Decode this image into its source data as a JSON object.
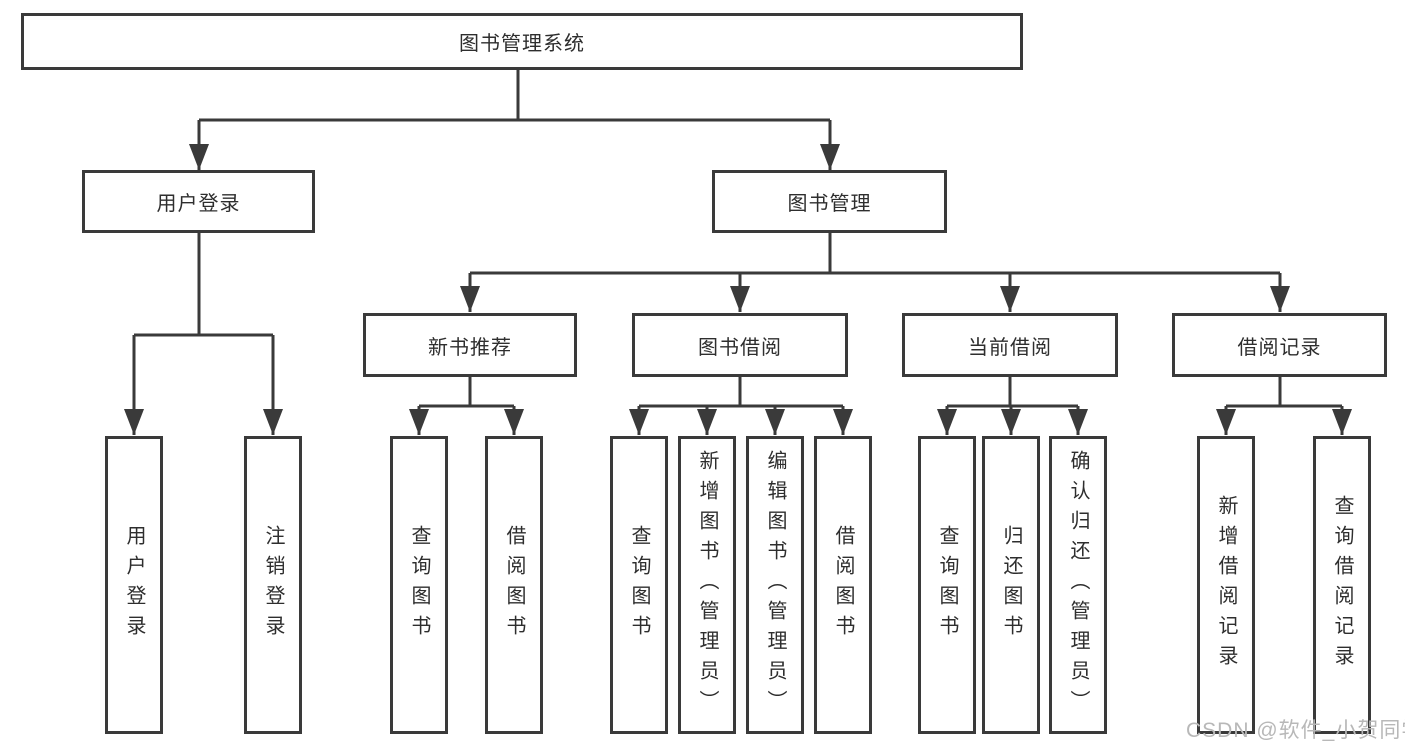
{
  "diagram": {
    "type": "hierarchy-tree",
    "colors": {
      "line": "#3a3a3a",
      "box_border": "#3a3a3a",
      "box_fill": "#ffffff",
      "text": "#2e2e2e",
      "watermark": "#b8b8b8",
      "background": "#ffffff"
    },
    "tree": {
      "root": {
        "label": "图书管理系统"
      },
      "branches": [
        {
          "label": "用户登录",
          "children": [
            {
              "label": "用户登录"
            },
            {
              "label": "注销登录"
            }
          ]
        },
        {
          "label": "图书管理",
          "children": [
            {
              "label": "新书推荐",
              "children": [
                {
                  "label": "查询图书"
                },
                {
                  "label": "借阅图书"
                }
              ]
            },
            {
              "label": "图书借阅",
              "children": [
                {
                  "label": "查询图书"
                },
                {
                  "label": "新增图书（管理员）"
                },
                {
                  "label": "编辑图书（管理员）"
                },
                {
                  "label": "借阅图书"
                }
              ]
            },
            {
              "label": "当前借阅",
              "children": [
                {
                  "label": "查询图书"
                },
                {
                  "label": "归还图书"
                },
                {
                  "label": "确认归还（管理员）"
                }
              ]
            },
            {
              "label": "借阅记录",
              "children": [
                {
                  "label": "新增借阅记录"
                },
                {
                  "label": "查询借阅记录"
                }
              ]
            }
          ]
        }
      ]
    },
    "watermark": "CSDN @软件_小贺同学"
  }
}
